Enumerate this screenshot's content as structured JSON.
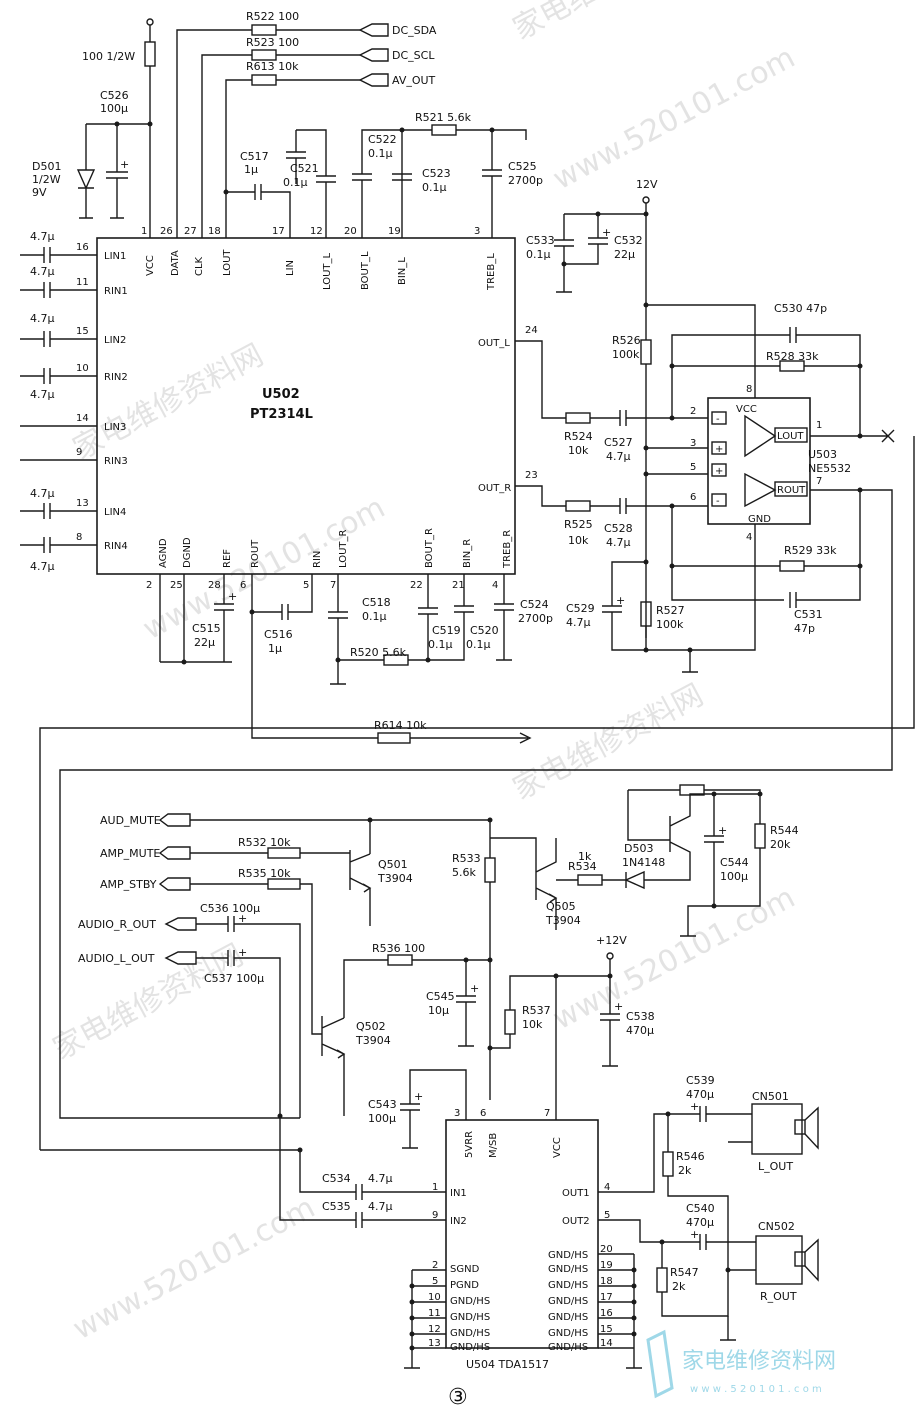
{
  "supply": {
    "v12a": "12V",
    "v12b": "+12V"
  },
  "u502": {
    "ref": "U502",
    "part": "PT2314L",
    "left_pins": [
      {
        "num": "16",
        "name": "LIN1",
        "cap": "4.7μ"
      },
      {
        "num": "11",
        "name": "RIN1",
        "cap": "4.7μ"
      },
      {
        "num": "15",
        "name": "LIN2",
        "cap": "4.7μ"
      },
      {
        "num": "10",
        "name": "RIN2",
        "cap": "4.7μ"
      },
      {
        "num": "14",
        "name": "LIN3",
        "cap": ""
      },
      {
        "num": "9",
        "name": "RIN3",
        "cap": ""
      },
      {
        "num": "13",
        "name": "LIN4",
        "cap": "4.7μ"
      },
      {
        "num": "8",
        "name": "RIN4",
        "cap": "4.7μ"
      }
    ],
    "top_pins": [
      {
        "num": "1",
        "name": "VCC"
      },
      {
        "num": "26",
        "name": "DATA"
      },
      {
        "num": "27",
        "name": "CLK"
      },
      {
        "num": "18",
        "name": "LOUT"
      },
      {
        "num": "17",
        "name": "LIN"
      },
      {
        "num": "12",
        "name": "LOUT_L"
      },
      {
        "num": "20",
        "name": "BOUT_L"
      },
      {
        "num": "19",
        "name": "BIN_L"
      },
      {
        "num": "3",
        "name": "TREB_L"
      }
    ],
    "bottom_pins": [
      {
        "num": "2",
        "name": "AGND"
      },
      {
        "num": "25",
        "name": "DGND"
      },
      {
        "num": "28",
        "name": "REF"
      },
      {
        "num": "6",
        "name": "ROUT"
      },
      {
        "num": "5",
        "name": "RIN"
      },
      {
        "num": "7",
        "name": "LOUT_R"
      },
      {
        "num": "22",
        "name": "BOUT_R"
      },
      {
        "num": "21",
        "name": "BIN_R"
      },
      {
        "num": "4",
        "name": "TREB_R"
      }
    ],
    "right_pins": [
      {
        "num": "24",
        "name": "OUT_L"
      },
      {
        "num": "23",
        "name": "OUT_R"
      }
    ]
  },
  "parts_top": {
    "r_vcc": "100 1/2W",
    "c526": "C526",
    "c526v": "100μ",
    "d501": "D501",
    "d501v": "1/2W",
    "d501z": "9V",
    "r522": "R522 100",
    "r523": "R523 100",
    "r613": "R613 10k",
    "dc_sda": "DC_SDA",
    "dc_scl": "DC_SCL",
    "av_out": "AV_OUT",
    "c517": "C517",
    "c517v": "1μ",
    "c521": "C521",
    "c521v": "0.1μ",
    "c522": "C522",
    "c522v": "0.1μ",
    "c523": "C523",
    "c523v": "0.1μ",
    "r521": "R521 5.6k",
    "c525": "C525",
    "c525v": "2700p",
    "c533": "C533",
    "c533v": "0.1μ",
    "c532": "C532",
    "c532v": "22μ"
  },
  "parts_bottom": {
    "c515": "C515",
    "c515v": "22μ",
    "c516": "C516",
    "c516v": "1μ",
    "c518": "C518",
    "c518v": "0.1μ",
    "r520": "R520 5.6k",
    "c519": "C519",
    "c519v": "0.1μ",
    "c520": "C520",
    "c520v": "0.1μ",
    "c524": "C524",
    "c524v": "2700p",
    "r614": "R614 10k"
  },
  "u503": {
    "ref": "U503",
    "part": "NE5532",
    "vcc": "VCC",
    "gnd": "GND",
    "lout": "LOUT",
    "rout": "ROUT",
    "pins": [
      "2",
      "3",
      "5",
      "6",
      "8",
      "4",
      "1",
      "7"
    ],
    "c530": "C530 47p",
    "r528": "R528 33k",
    "r526": "R526",
    "r526v": "100k",
    "r524": "R524",
    "r524v": "10k",
    "c527": "C527",
    "c527v": "4.7μ",
    "r525": "R525",
    "r525v": "10k",
    "c528": "C528",
    "c528v": "4.7μ",
    "r529": "R529 33k",
    "c531": "C531",
    "c531v": "47p",
    "c529": "C529",
    "c529v": "4.7μ",
    "r527": "R527",
    "r527v": "100k"
  },
  "mute": {
    "aud_mute": "AUD_MUTE",
    "amp_mute": "AMP_MUTE",
    "amp_stby": "AMP_STBY",
    "audio_r_out": "AUDIO_R_OUT",
    "audio_l_out": "AUDIO_L_OUT",
    "r532": "R532 10k",
    "r535": "R535 10k",
    "q501": "Q501",
    "q501v": "T3904",
    "q502": "Q502",
    "q502v": "T3904",
    "q505": "Q505",
    "q505v": "T3904",
    "c536": "C536 100μ",
    "c537": "C537 100μ",
    "r533": "R533",
    "r533v": "5.6k",
    "r534": "R534",
    "r534v": "1k",
    "d503": "D503",
    "d503v": "1N4148",
    "c544": "C544",
    "c544v": "100μ",
    "r544": "R544",
    "r544v": "20k",
    "r536": "R536 100",
    "c545": "C545",
    "c545v": "10μ",
    "r537": "R537",
    "r537v": "10k",
    "c538": "C538",
    "c538v": "470μ",
    "c543": "C543",
    "c543v": "100μ"
  },
  "u504": {
    "ref": "U504 TDA1517",
    "top_pins": [
      {
        "num": "3",
        "name": "5VRR"
      },
      {
        "num": "6",
        "name": "M/SB"
      },
      {
        "num": "7",
        "name": "VCC"
      }
    ],
    "left_pins": [
      {
        "num": "1",
        "name": "IN1"
      },
      {
        "num": "9",
        "name": "IN2"
      },
      {
        "num": "2",
        "name": "SGND"
      },
      {
        "num": "5",
        "name": "PGND"
      },
      {
        "num": "10",
        "name": "GND/HS"
      },
      {
        "num": "11",
        "name": "GND/HS"
      },
      {
        "num": "12",
        "name": "GND/HS"
      },
      {
        "num": "13",
        "name": "GND/HS"
      }
    ],
    "right_pins": [
      {
        "num": "4",
        "name": "OUT1"
      },
      {
        "num": "5",
        "name": "OUT2"
      },
      {
        "num": "20",
        "name": "GND/HS"
      },
      {
        "num": "19",
        "name": "GND/HS"
      },
      {
        "num": "18",
        "name": "GND/HS"
      },
      {
        "num": "17",
        "name": "GND/HS"
      },
      {
        "num": "16",
        "name": "GND/HS"
      },
      {
        "num": "15",
        "name": "GND/HS"
      },
      {
        "num": "14",
        "name": "GND/HS"
      }
    ],
    "c534": "C534",
    "c534v": "4.7μ",
    "c535": "C535",
    "c535v": "4.7μ",
    "c539": "C539",
    "c539v": "470μ",
    "c540": "C540",
    "c540v": "470μ",
    "r546": "R546",
    "r546v": "2k",
    "r547": "R547",
    "r547v": "2k",
    "cn501": "CN501",
    "l_out": "L_OUT",
    "cn502": "CN502",
    "r_out": "R_OUT"
  },
  "page": {
    "number": "③"
  },
  "watermark": {
    "text1": "家电维修资料网",
    "text2": "www.520101.com",
    "logo_text": "家电维修资料网",
    "logo_url": "w w w . 5 2 0 1 0 1 . c o m"
  }
}
